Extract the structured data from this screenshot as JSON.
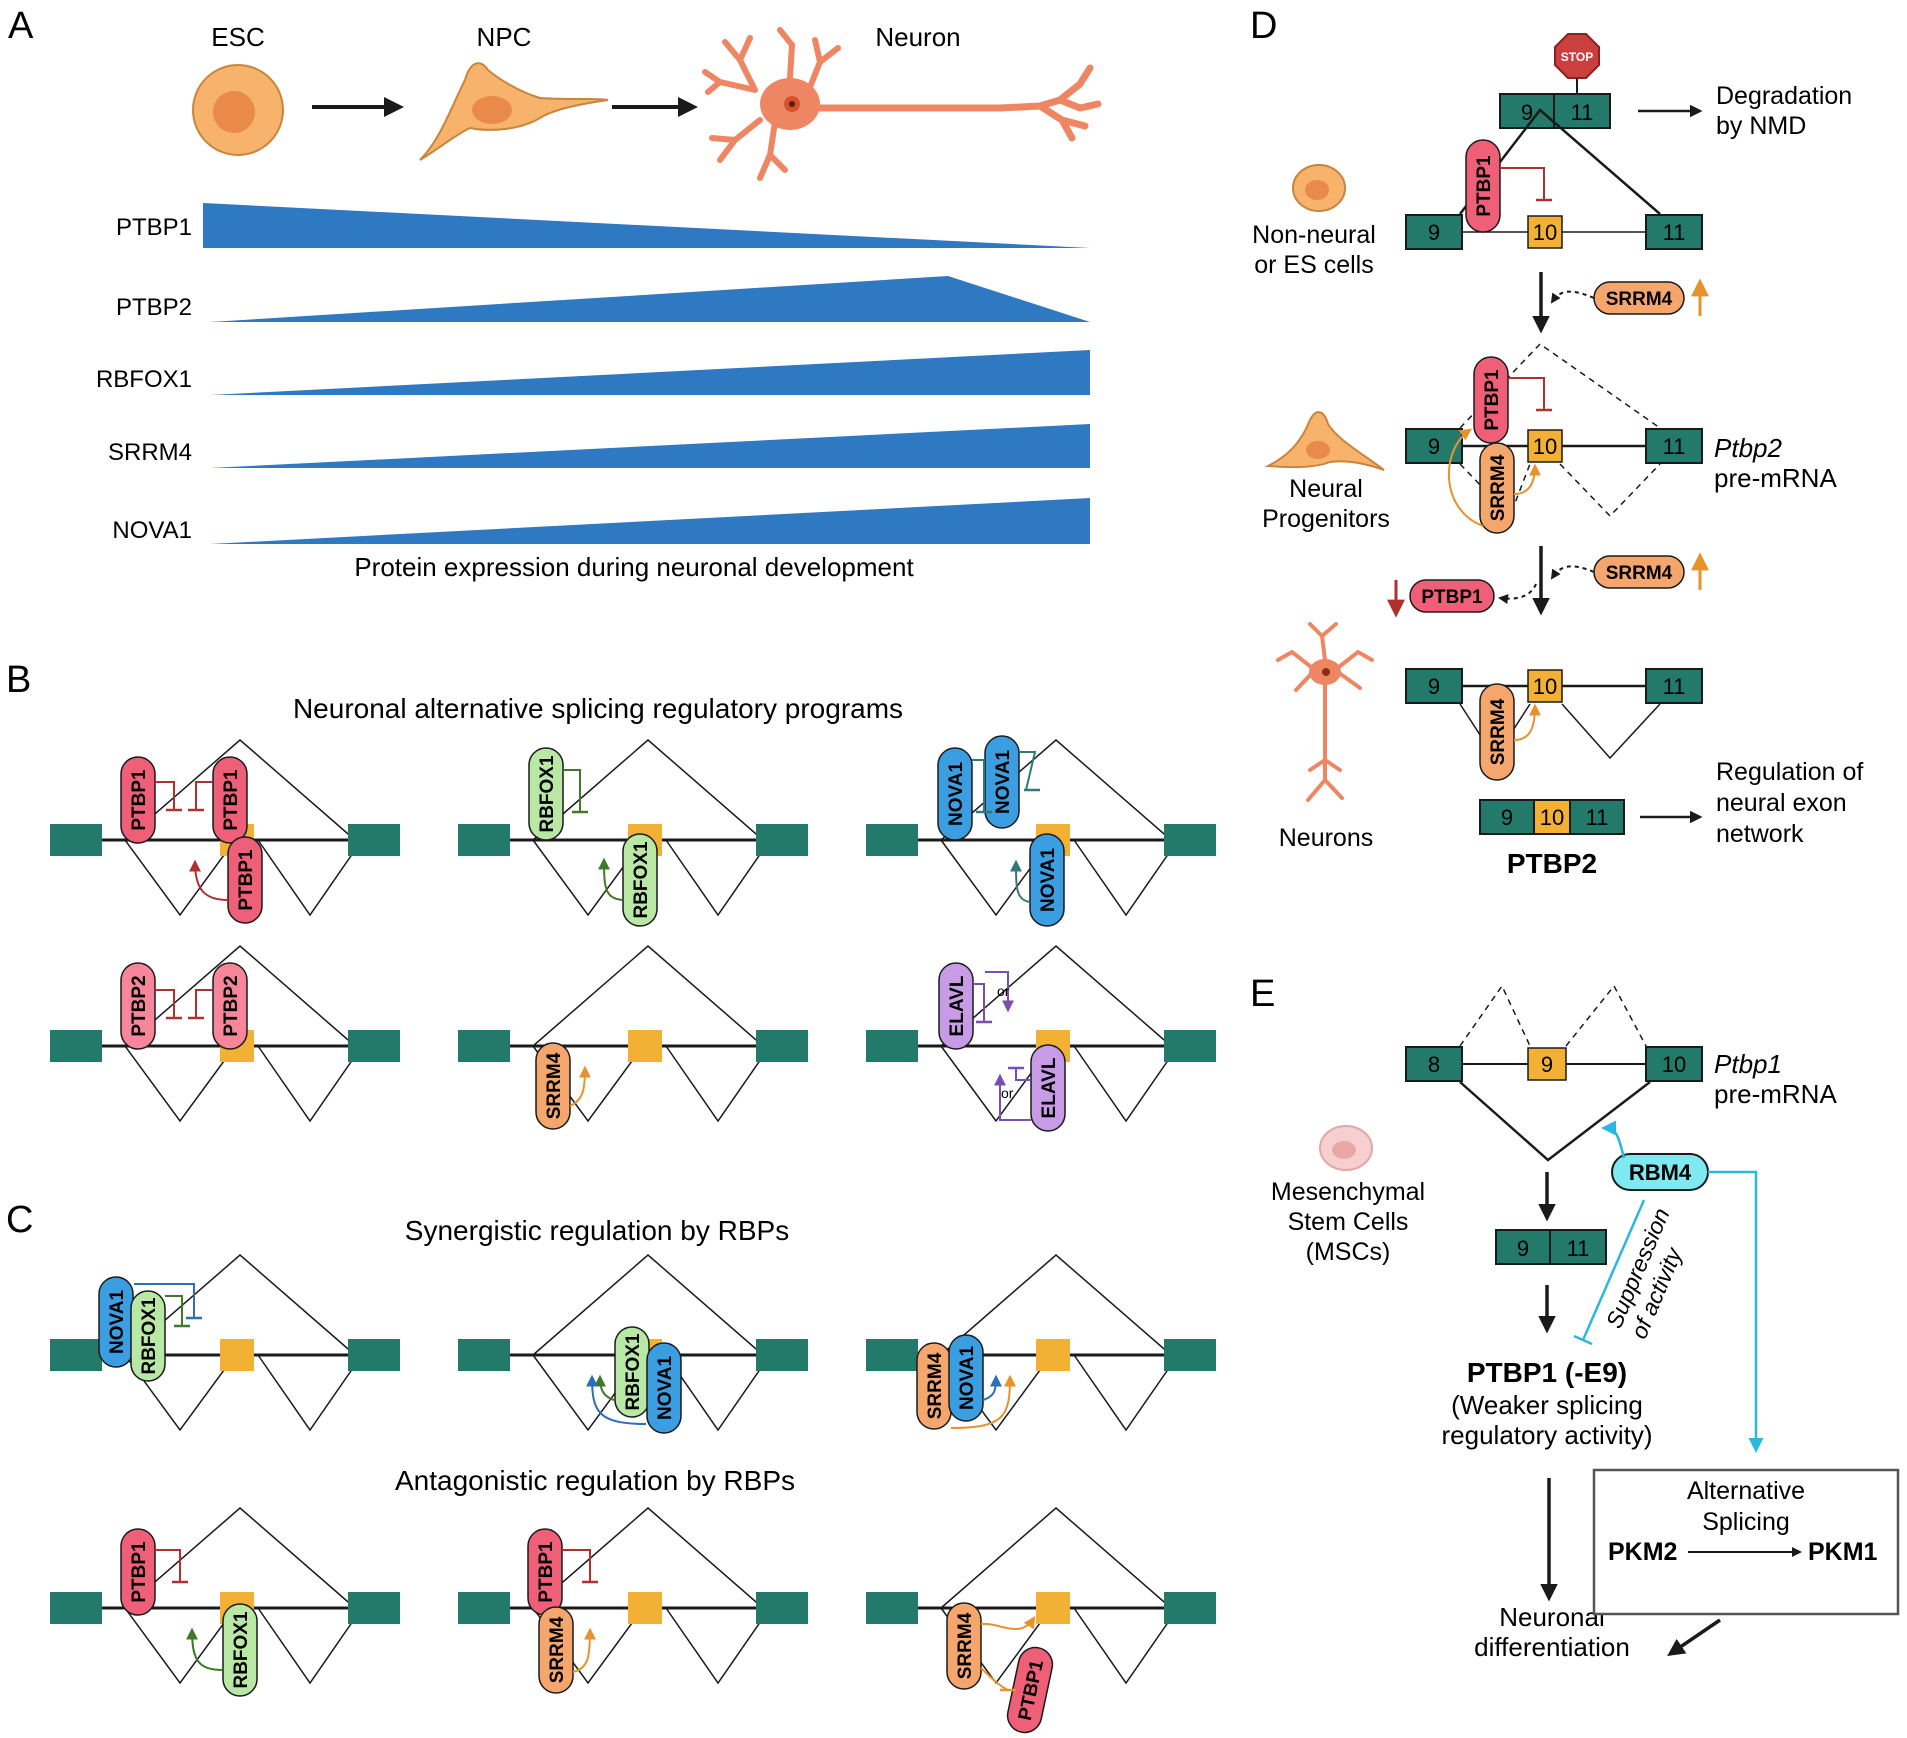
{
  "panels": {
    "a": {
      "letter": "A",
      "cells": [
        "ESC",
        "NPC",
        "Neuron"
      ],
      "wedges": [
        {
          "label": "PTBP1",
          "trend": "decreasing"
        },
        {
          "label": "PTBP2",
          "trend": "rise-then-fall"
        },
        {
          "label": "RBFOX1",
          "trend": "increasing"
        },
        {
          "label": "SRRM4",
          "trend": "increasing"
        },
        {
          "label": "NOVA1",
          "trend": "increasing"
        }
      ],
      "caption": "Protein expression during neuronal development"
    },
    "b": {
      "letter": "B",
      "title": "Neuronal alternative splicing regulatory programs",
      "or_label": "or",
      "factors": {
        "ptbp1": "PTBP1",
        "ptbp2": "PTBP2",
        "rbfox1": "RBFOX1",
        "nova1": "NOVA1",
        "srrm4": "SRRM4",
        "elavl": "ELAVL"
      }
    },
    "c": {
      "letter": "C",
      "title_syn": "Synergistic regulation by RBPs",
      "title_ant": "Antagonistic regulation by RBPs",
      "factors": {
        "nova1": "NOVA1",
        "rbfox1": "RBFOX1",
        "srrm4": "SRRM4",
        "ptbp1": "PTBP1"
      }
    },
    "d": {
      "letter": "D",
      "stop": "STOP",
      "exons": {
        "e9": "9",
        "e10": "10",
        "e11": "11"
      },
      "nmd": "Degradation\nby NMD",
      "stage1": "Non-neural\nor ES cells",
      "stage2": "Neural\nProgenitors",
      "stage3": "Neurons",
      "gene_name": "Ptbp2",
      "gene_suffix": "pre-mRNA",
      "factors": {
        "ptbp1": "PTBP1",
        "srrm4": "SRRM4"
      },
      "product": "PTBP2",
      "network": "Regulation of\nneural exon\nnetwork"
    },
    "e": {
      "letter": "E",
      "exons": {
        "e8": "8",
        "e9": "9",
        "e10": "10",
        "e11": "11"
      },
      "gene_name": "Ptbp1",
      "gene_suffix": "pre-mRNA",
      "cell": "Mesenchymal\nStem Cells\n(MSCs)",
      "rbm4": "RBM4",
      "suppression": "Suppression\nof activity",
      "product_title": "PTBP1 (-E9)",
      "product_sub": "(Weaker splicing\nregulatory activity)",
      "box_title": "Alternative\nSplicing",
      "pkm2": "PKM2",
      "pkm1": "PKM1",
      "outcome": "Neuronal\ndifferentiation"
    }
  },
  "colors": {
    "wedge": "#2f78c2",
    "exon": "#237a6a",
    "alt_exon": "#f2b134",
    "ptbp": "#ef5f78",
    "ptbp2": "#f7869a",
    "rbfox": "#b8e8a4",
    "nova": "#3b9ee0",
    "srrm4": "#f5a66c",
    "elavl": "#c79be6",
    "rbm4": "#7ee9f0",
    "cyan": "#2bb8dc",
    "stop": "#cc3f3f",
    "cell_body": "#f7b26b",
    "neuron": "#ef8663"
  }
}
